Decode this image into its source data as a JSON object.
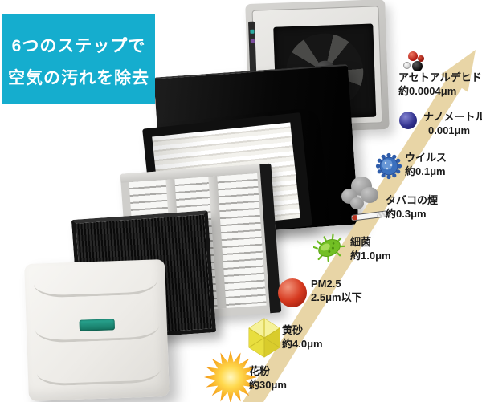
{
  "title": {
    "line1": "6つのステップで",
    "line2": "空気の汚れを除去"
  },
  "colors": {
    "title_bg": "#15adce",
    "title_text": "#ffffff",
    "arrow": "#e8d5a6",
    "label_text": "#1b1b1b",
    "badge": "#1f9e8a"
  },
  "layers": [
    "front-panel",
    "deodorizing-ribbed-filter",
    "louver-frame",
    "hepa-pleated-filter",
    "black-prefilter-panel",
    "main-unit-with-fan"
  ],
  "particles": [
    {
      "name": "アセトアルデヒド",
      "size": "約0.0004μm",
      "icon": "molecule-icon"
    },
    {
      "name": "ナノメートル",
      "size": "0.001μm",
      "icon": "nano-sphere-icon"
    },
    {
      "name": "ウイルス",
      "size": "約0.1μm",
      "icon": "virus-icon"
    },
    {
      "name": "タバコの煙",
      "size": "約0.3μm",
      "icon": "cigarette-smoke-icon"
    },
    {
      "name": "細菌",
      "size": "約1.0μm",
      "icon": "bacteria-icon"
    },
    {
      "name": "PM2.5",
      "size": "2.5μm以下",
      "icon": "pm25-sphere-icon"
    },
    {
      "name": "黄砂",
      "size": "約4.0μm",
      "icon": "yellow-sand-icon"
    },
    {
      "name": "花粉",
      "size": "約30μm",
      "icon": "pollen-icon"
    }
  ]
}
